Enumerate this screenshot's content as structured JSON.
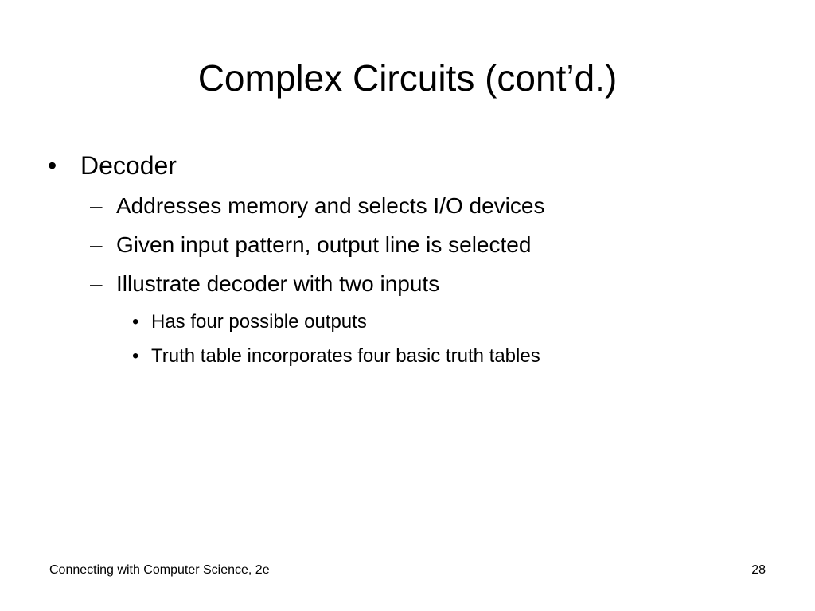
{
  "slide": {
    "title": "Complex Circuits (cont’d.)",
    "bullets": [
      {
        "marker": "•",
        "text": "Decoder"
      },
      {
        "marker": "–",
        "text": "Addresses memory and selects I/O devices"
      },
      {
        "marker": "–",
        "text": "Given input pattern, output line is selected"
      },
      {
        "marker": "–",
        "text": "Illustrate decoder with two inputs"
      },
      {
        "marker": "•",
        "text": "Has four possible outputs"
      },
      {
        "marker": "•",
        "text": "Truth table incorporates four basic truth tables"
      }
    ],
    "footer": {
      "source": "Connecting with Computer Science, 2e",
      "page_number": "28"
    }
  }
}
